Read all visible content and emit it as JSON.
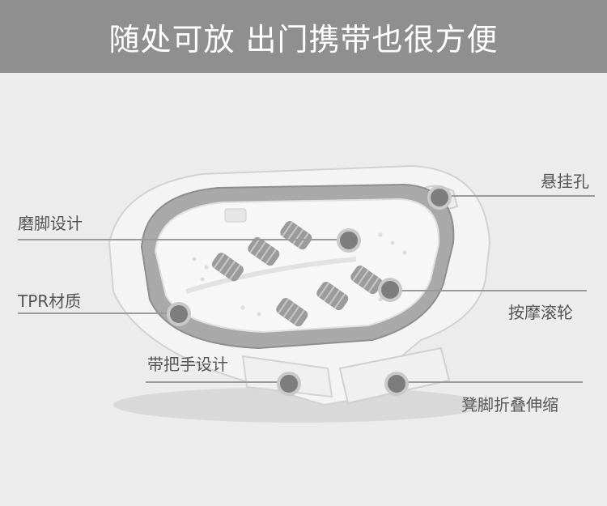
{
  "banner": {
    "title": "随处可放 出门携带也很方便"
  },
  "callouts": {
    "hang_hole": "悬挂孔",
    "design_foot": "磨脚设计",
    "material": "TPR材质",
    "massage_rollers": "按摩滚轮",
    "handle_design": "带把手设计",
    "stool_foldable": "凳脚折叠伸缩"
  },
  "colors": {
    "banner_bg": "#8f8f8f",
    "page_bg": "#ececec",
    "label_text": "#555555",
    "callout_dot": "#7d7d7d"
  }
}
